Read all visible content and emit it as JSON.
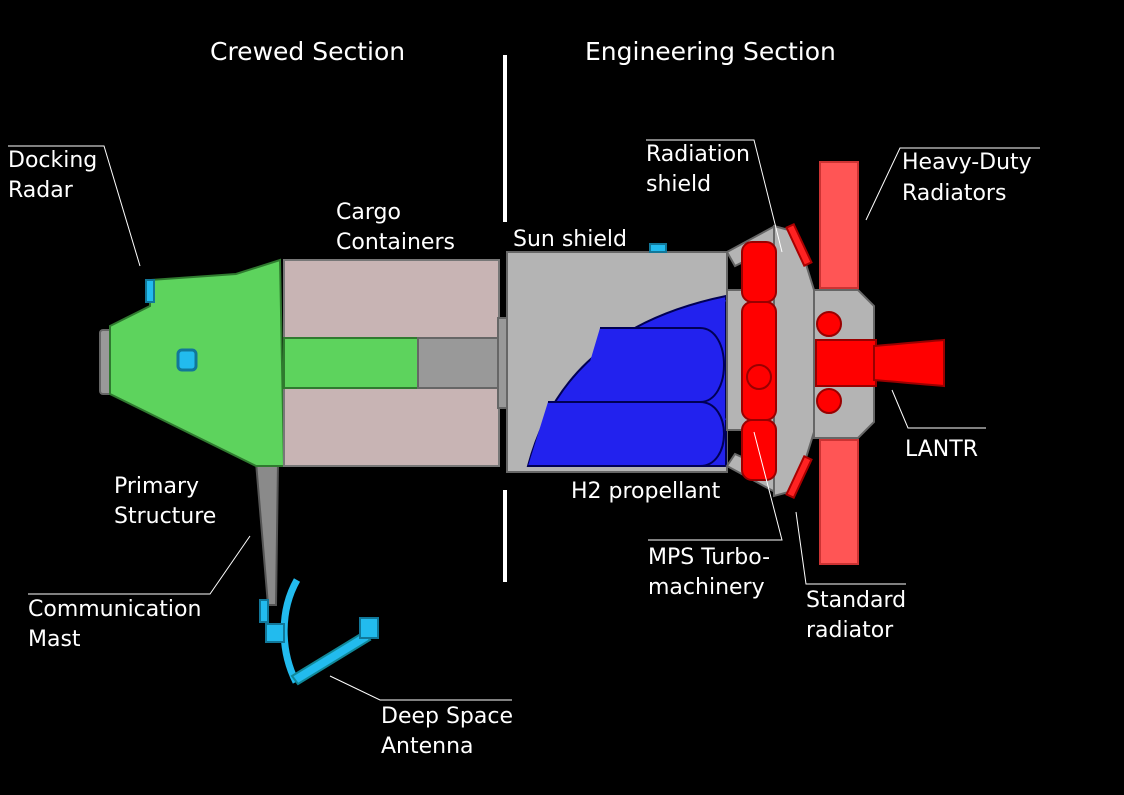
{
  "sections": {
    "crewed": "Crewed Section",
    "engineering": "Engineering Section"
  },
  "labels": {
    "docking_radar": [
      "Docking",
      "Radar"
    ],
    "cargo_containers": [
      "Cargo",
      "Containers"
    ],
    "sun_shield": "Sun shield",
    "radiation_shield": [
      "Radiation",
      "shield"
    ],
    "heavy_duty_radiators": [
      "Heavy-Duty",
      "Radiators"
    ],
    "lantr": "LANTR",
    "h2_propellant": "H2 propellant",
    "primary_structure": [
      "Primary",
      "Structure"
    ],
    "communication_mast": [
      "Communication",
      "Mast"
    ],
    "deep_space_antenna": [
      "Deep Space",
      "Antenna"
    ],
    "mps_turbomachinery": [
      "MPS Turbo-",
      "machinery"
    ],
    "standard_radiator": [
      "Standard",
      "radiator"
    ]
  },
  "colors": {
    "background": "#000000",
    "crew_module": "#5dd35d",
    "cargo": "#c8b4b4",
    "structure": "#999999",
    "tank_shell": "#b4b4b4",
    "propellant": "#2222ee",
    "engine": "#ff0000",
    "radiator": "#ff5555",
    "antenna": "#22bbee"
  }
}
